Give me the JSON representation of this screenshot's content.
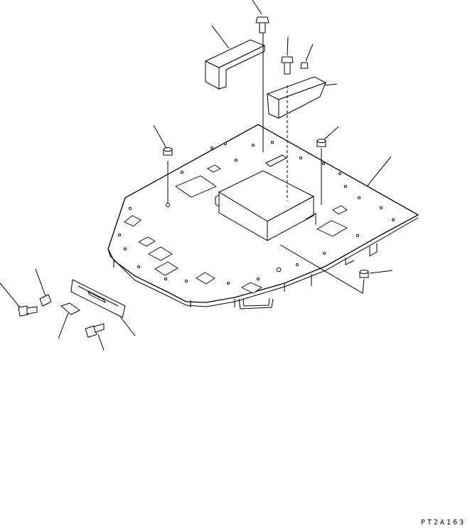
{
  "drawing_code": "PT2A163",
  "colors": {
    "line": "#000000",
    "background": "#ffffff"
  },
  "parts": [
    {
      "name": "floor-plate"
    },
    {
      "name": "toolbox-box"
    },
    {
      "name": "bracket-cover-left"
    },
    {
      "name": "bracket-cover-right"
    },
    {
      "name": "bolt-top"
    },
    {
      "name": "bolt-middle"
    },
    {
      "name": "nut-small"
    },
    {
      "name": "rubber-plug-left"
    },
    {
      "name": "rubber-plug-right"
    },
    {
      "name": "rubber-plug-bottom"
    },
    {
      "name": "cover-plate-small"
    },
    {
      "name": "clip"
    },
    {
      "name": "bolt-bottom-left"
    },
    {
      "name": "pad"
    },
    {
      "name": "bolt-bottom-center"
    }
  ]
}
